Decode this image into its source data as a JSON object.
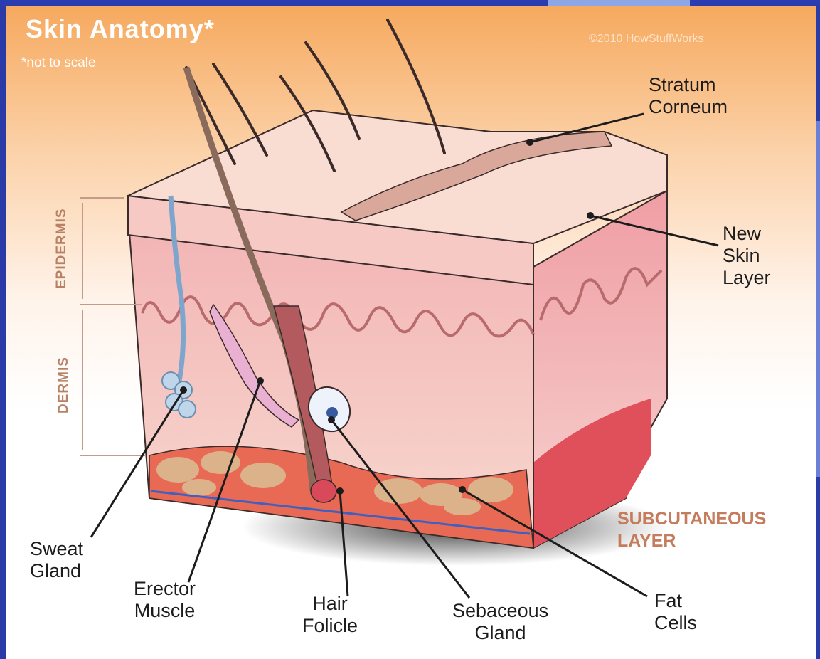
{
  "title": "Skin Anatomy*",
  "subtitle": "*not to scale",
  "copyright": "©2010 HowStuffWorks",
  "layers": {
    "epidermis": "EPIDERMIS",
    "dermis": "DERMIS",
    "subcutaneous": "SUBCUTANEOUS\nLAYER"
  },
  "labels": {
    "stratum_corneum": "Stratum\nCorneum",
    "new_skin_layer": "New\nSkin\nLayer",
    "sweat_gland": "Sweat\nGland",
    "erector_muscle": "Erector\nMuscle",
    "hair_follicle": "Hair\nFolicle",
    "sebaceous_gland": "Sebaceous\nGland",
    "fat_cells": "Fat\nCells"
  },
  "colors": {
    "frame": "#2a3aa6",
    "epidermis_top": "#f8d6cc",
    "dermis": "#f2b5b3",
    "fat": "#dcb28a"
  }
}
